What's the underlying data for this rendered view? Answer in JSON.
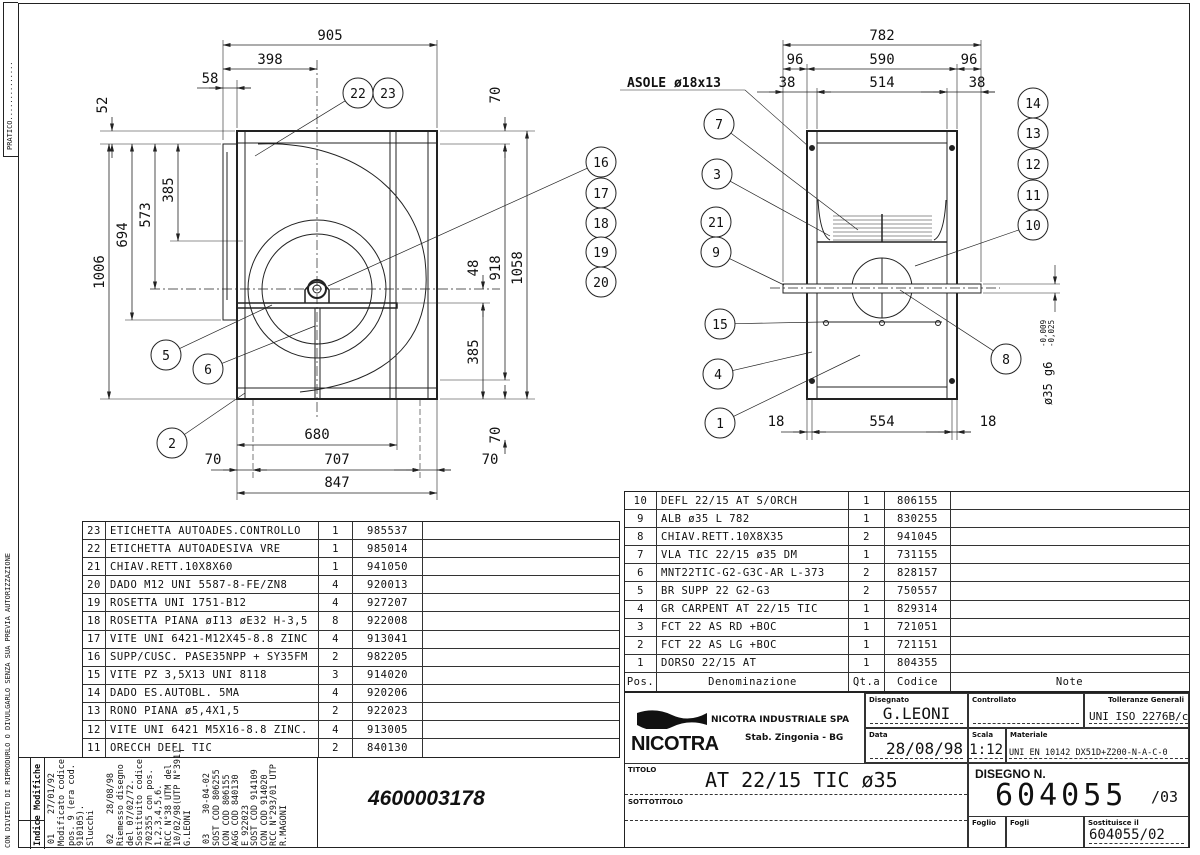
{
  "margin": {
    "notice": "CON DIVIETO DI RIPRODURLO O DIVULGARLO SENZA SUA PREVIA AUTORIZZAZIONE",
    "pratico": "PRATICO.............."
  },
  "left_view": {
    "dims": [
      "905",
      "398",
      "58",
      "52",
      "70",
      "1006",
      "694",
      "573",
      "385",
      "48",
      "918",
      "1058",
      "385",
      "70",
      "680",
      "707",
      "70",
      "70",
      "847"
    ],
    "balloons": [
      "22",
      "23",
      "16",
      "17",
      "18",
      "19",
      "20",
      "5",
      "6",
      "2"
    ]
  },
  "right_view": {
    "dims": [
      "782",
      "96",
      "590",
      "96",
      "38",
      "514",
      "38",
      "554",
      "18",
      "18"
    ],
    "slots_label": "ASOLE ø18x13",
    "shaft_label": "ø35 g6",
    "shaft_tol_upper": "-0,009",
    "shaft_tol_lower": "-0,025",
    "balloons": [
      "7",
      "3",
      "21",
      "9",
      "15",
      "4",
      "1",
      "8",
      "14",
      "13",
      "12",
      "11",
      "10"
    ]
  },
  "parts_left": [
    {
      "pos": "23",
      "name": "ETICHETTA AUTOADES.CONTROLLO",
      "qty": "1",
      "code": "985537"
    },
    {
      "pos": "22",
      "name": "ETICHETTA AUTOADESIVA VRE",
      "qty": "1",
      "code": "985014"
    },
    {
      "pos": "21",
      "name": "CHIAV.RETT.10X8X60",
      "qty": "1",
      "code": "941050"
    },
    {
      "pos": "20",
      "name": "DADO M12 UNI 5587-8-FE/ZN8",
      "qty": "4",
      "code": "920013"
    },
    {
      "pos": "19",
      "name": "ROSETTA UNI 1751-B12",
      "qty": "4",
      "code": "927207"
    },
    {
      "pos": "18",
      "name": "ROSETTA PIANA øI13 øE32 H-3,5",
      "qty": "8",
      "code": "922008"
    },
    {
      "pos": "17",
      "name": "VITE UNI 6421-M12X45-8.8 ZINC",
      "qty": "4",
      "code": "913041"
    },
    {
      "pos": "16",
      "name": "SUPP/CUSC. PASE35NPP + SY35FM",
      "qty": "2",
      "code": "982205"
    },
    {
      "pos": "15",
      "name": "VITE PZ 3,5X13 UNI 8118",
      "qty": "3",
      "code": "914020"
    },
    {
      "pos": "14",
      "name": "DADO ES.AUTOBL. 5MA",
      "qty": "4",
      "code": "920206"
    },
    {
      "pos": "13",
      "name": "RONO PIANA ø5,4X1,5",
      "qty": "2",
      "code": "922023"
    },
    {
      "pos": "12",
      "name": "VITE UNI 6421 M5X16-8.8 ZINC.",
      "qty": "4",
      "code": "913005"
    },
    {
      "pos": "11",
      "name": "ORECCH DEFL TIC",
      "qty": "2",
      "code": "840130"
    }
  ],
  "parts_right": [
    {
      "pos": "10",
      "name": "DEFL 22/15 AT S/ORCH",
      "qty": "1",
      "code": "806155"
    },
    {
      "pos": "9",
      "name": "ALB ø35 L 782",
      "qty": "1",
      "code": "830255"
    },
    {
      "pos": "8",
      "name": "CHIAV.RETT.10X8X35",
      "qty": "2",
      "code": "941045"
    },
    {
      "pos": "7",
      "name": "VLA TIC 22/15 ø35 DM",
      "qty": "1",
      "code": "731155"
    },
    {
      "pos": "6",
      "name": "MNT22TIC-G2-G3C-AR L-373",
      "qty": "2",
      "code": "828157"
    },
    {
      "pos": "5",
      "name": "BR SUPP 22 G2-G3",
      "qty": "2",
      "code": "750557"
    },
    {
      "pos": "4",
      "name": "GR CARPENT AT 22/15 TIC",
      "qty": "1",
      "code": "829314"
    },
    {
      "pos": "3",
      "name": "FCT 22 AS RD +BOC",
      "qty": "1",
      "code": "721051"
    },
    {
      "pos": "2",
      "name": "FCT 22 AS LG +BOC",
      "qty": "1",
      "code": "721151"
    },
    {
      "pos": "1",
      "name": "DORSO 22/15 AT",
      "qty": "1",
      "code": "804355"
    }
  ],
  "parts_header": {
    "pos": "Pos.",
    "name": "Denominazione",
    "qty": "Qt.a",
    "code": "Codice",
    "note": "Note"
  },
  "title_block": {
    "company_logo": "NICOTRA",
    "company_name": "NICOTRA INDUSTRIALE SPA",
    "company_site": "Stab. Zingonia - BG",
    "drawn_label": "Disegnato",
    "drawn_by": "G.LEONI",
    "checked_label": "Controllato",
    "checked_by": "",
    "tolerance_label": "Tolleranze Generali",
    "tolerance": "UNI ISO 2276B/c",
    "date_label": "Data",
    "date": "28/08/98",
    "scale_label": "Scala",
    "scale": "1:12",
    "material_label": "Materiale",
    "material": "UNI EN 10142 DX51D+Z200-N-A-C-0",
    "title_label": "TITOLO",
    "title": "AT 22/15 TIC ø35",
    "subtitle_label": "SOTTOTITOLO",
    "drawing_no_label": "DISEGNO N.",
    "drawing_no": "604055",
    "revision": "/03",
    "sheet_label": "Foglio",
    "sheets_label": "Fogli",
    "replaces_label": "Sostituisce il",
    "replaces": "604055/02"
  },
  "stamp_number": "4600003178",
  "revisions": {
    "index_label": "Indice",
    "changes_label": "Modifiche",
    "entries": [
      {
        "index": "01",
        "date": "27/01/92",
        "text": [
          "Modificato codice",
          "pos. 9 (era cod.",
          "910105).",
          "Slucchi"
        ]
      },
      {
        "index": "02",
        "date": "28/08/98",
        "text": [
          "Riemesso disegno",
          "del 07/02/72.",
          "Sostituito codice",
          "702355 con pos.",
          "1,2,3,4,5,6.",
          "RCC N°38 UTM del",
          "10/02/98(UTP N°391)",
          "G.LEONI"
        ]
      },
      {
        "index": "03",
        "date": "30-04-02",
        "text": [
          "SOST COD 806255",
          "CON COD 806155",
          "AGG COD 840130",
          "E 922023",
          "SOST COD 914109",
          "CON COD 914020",
          "RCC N°293/01 UTP",
          "R.MAGONI"
        ]
      }
    ]
  }
}
